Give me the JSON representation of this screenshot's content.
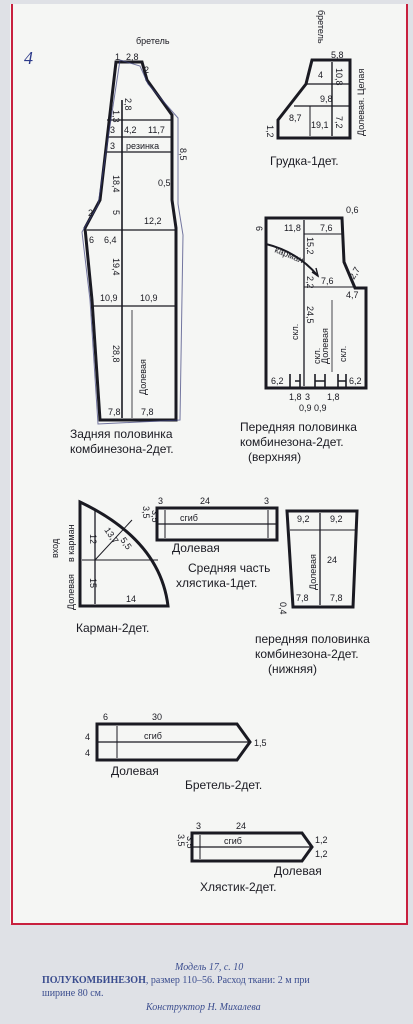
{
  "corner_mark": "4",
  "back_half": {
    "strap_label": "бретель",
    "v_top_1": "1",
    "v_top_28": "2,8",
    "v_top_2": "2",
    "v_13": "1,3",
    "v_28b": "2,8",
    "v_42": "4,2",
    "v_3a": "3",
    "v_3b": "3",
    "elastic": "резинка",
    "w_117": "11,7",
    "side_85": "8,5",
    "v_184": "18,4",
    "side_05": "0,5",
    "v_5": "5",
    "v_2": "2",
    "w_6": "6",
    "w_64": "6,4",
    "w_122": "12,2",
    "v_194": "19,4",
    "w_109a": "10,9",
    "w_109b": "10,9",
    "v_288": "28,8",
    "grain": "Долевая",
    "w_78a": "7,8",
    "w_78b": "7,8",
    "caption": [
      "Задняя половинка",
      "комбинезона-2дет."
    ]
  },
  "bib": {
    "strap": "бретель",
    "v_4": "4",
    "v_58": "5,8",
    "v_108": "10,8",
    "v_98": "9,8",
    "v_72": "7,2",
    "w_87": "8,7",
    "w_191": "19,1",
    "v_12": "1,2",
    "side_text": "Долевая. Целая",
    "caption": "Грудка-1дет."
  },
  "front_upper": {
    "w_6": "6",
    "w_118": "11,8",
    "v_152": "15,2",
    "w_76a": "7,6",
    "v_06": "0,6",
    "pocket": "карман",
    "v_22": "2,2",
    "w_76b": "7,6",
    "v_27": "2,7",
    "v_47": "4,7",
    "v_245": "24,5",
    "grain": "Долевая",
    "fold1": "скл.",
    "fold2": "скл.",
    "fold3": "скл.",
    "w_62a": "6,2",
    "w_62b": "6,2",
    "bot_18a": "1,8",
    "bot_3": "3",
    "bot_18b": "1,8",
    "bot_09a": "0,9",
    "bot_09b": "0,9",
    "caption": [
      "Передняя половинка",
      "комбинезона-2дет.",
      "(верхняя)"
    ]
  },
  "pocket_piece": {
    "side1": "вход",
    "side2": "в карман",
    "v_12": "12",
    "d_137": "13,7",
    "d_55": "5,5",
    "v_15": "15",
    "w_14": "14",
    "grain": "Долевая",
    "caption": "Карман-2дет."
  },
  "half_belt_mid": {
    "w_3a": "3",
    "w_24": "24",
    "w_3b": "3",
    "h_35a": "3,5",
    "h_35b": "3,5",
    "fold": "сгиб",
    "grain": "Долевая",
    "caption": [
      "Средняя часть",
      "хлястика-1дет."
    ]
  },
  "front_lower": {
    "w_92a": "9,2",
    "w_92b": "9,2",
    "v_24": "24",
    "grain": "Долевая",
    "w_78a": "7,8",
    "w_78b": "7,8",
    "v_04": "0,4",
    "caption": [
      "передняя половинка",
      "комбинезона-2дет.",
      "(нижняя)"
    ]
  },
  "strap_piece": {
    "w_6": "6",
    "w_30": "30",
    "h_4a": "4",
    "h_4b": "4",
    "fold": "сгиб",
    "tip": "1,5",
    "grain": "Долевая",
    "caption": "Бретель-2дет."
  },
  "half_belt": {
    "w_3": "3",
    "w_24": "24",
    "h_35a": "3,5",
    "h_35b": "3,5",
    "fold": "сгиб",
    "tip_a": "1,2",
    "tip_b": "1,2",
    "grain": "Долевая",
    "caption": "Хлястик-2дет."
  },
  "footer": {
    "line1": "Модель 17, с. 10",
    "line2_bold": "ПОЛУКОМБИНЕЗОН",
    "line2_rest": ", размер 110–56. Расход ткани: 2 м при",
    "line3": "ширине 80 см.",
    "line4": "Конструктор Н. Михалева"
  },
  "colors": {
    "paper": "#f5f6f4",
    "ink": "#1a1a22",
    "frame_red": "#c8203e",
    "pencil_blue": "#3a3f7a",
    "caption_blue": "#3a4c8e"
  }
}
